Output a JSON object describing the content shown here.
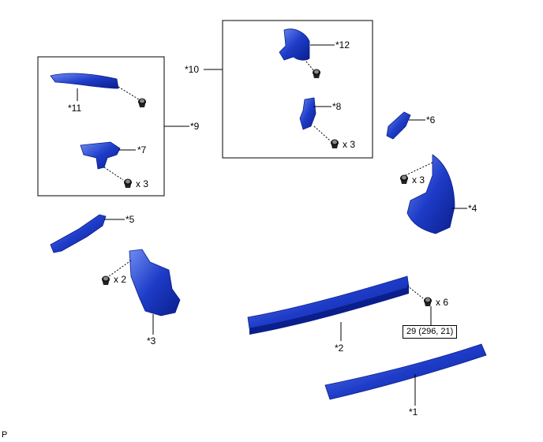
{
  "callouts": {
    "p1": "*1",
    "p2": "*2",
    "p3": "*3",
    "p4": "*4",
    "p5": "*5",
    "p6": "*6",
    "p7": "*7",
    "p8": "*8",
    "p9": "*9",
    "p10": "*10",
    "p11": "*11",
    "p12": "*12"
  },
  "quantities": {
    "q7": "x 3",
    "q8": "x 3",
    "q4": "x 3",
    "q3": "x 2",
    "q2": "x 6"
  },
  "torque_spec": "29 (296, 21)",
  "corner_mark": "P",
  "colors": {
    "part_fill": "#1e3cc8",
    "part_dark": "#0a1e8c",
    "part_light": "#6e8cf0",
    "line": "#000000"
  }
}
